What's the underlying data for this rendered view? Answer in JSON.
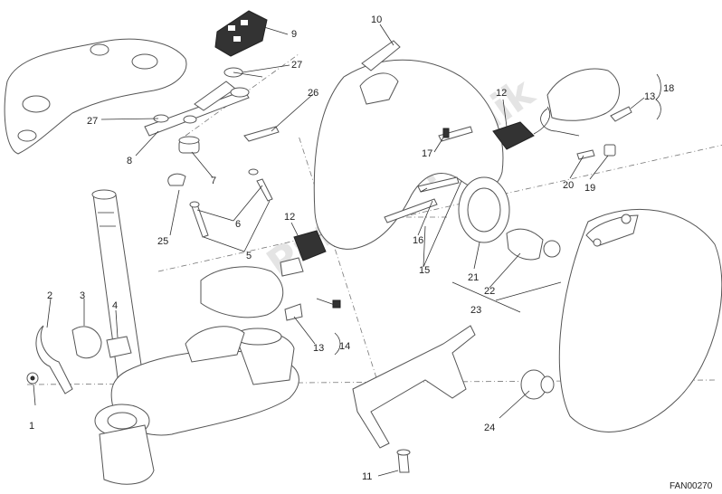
{
  "diagram": {
    "drawing_code": "FAN00270",
    "watermark": "PartsRepublik",
    "callouts": [
      {
        "id": "1",
        "text": "1"
      },
      {
        "id": "2",
        "text": "2"
      },
      {
        "id": "3",
        "text": "3"
      },
      {
        "id": "4",
        "text": "4"
      },
      {
        "id": "5",
        "text": "5"
      },
      {
        "id": "6",
        "text": "6"
      },
      {
        "id": "7",
        "text": "7"
      },
      {
        "id": "8",
        "text": "8"
      },
      {
        "id": "9",
        "text": "9"
      },
      {
        "id": "10",
        "text": "10"
      },
      {
        "id": "11",
        "text": "11"
      },
      {
        "id": "12a",
        "text": "12"
      },
      {
        "id": "12b",
        "text": "12"
      },
      {
        "id": "13a",
        "text": "13"
      },
      {
        "id": "13b",
        "text": "13"
      },
      {
        "id": "14",
        "text": "14"
      },
      {
        "id": "15",
        "text": "15"
      },
      {
        "id": "16",
        "text": "16"
      },
      {
        "id": "17",
        "text": "17"
      },
      {
        "id": "18",
        "text": "18"
      },
      {
        "id": "19",
        "text": "19"
      },
      {
        "id": "20",
        "text": "20"
      },
      {
        "id": "21",
        "text": "21"
      },
      {
        "id": "22",
        "text": "22"
      },
      {
        "id": "23",
        "text": "23"
      },
      {
        "id": "24",
        "text": "24"
      },
      {
        "id": "25",
        "text": "25"
      },
      {
        "id": "26",
        "text": "26"
      },
      {
        "id": "27a",
        "text": "27"
      },
      {
        "id": "27b",
        "text": "27"
      }
    ]
  }
}
